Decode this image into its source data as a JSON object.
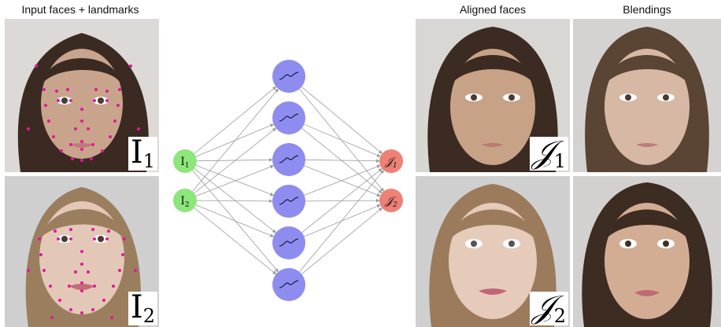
{
  "titles": {
    "input": "Input faces + landmarks",
    "aligned": "Aligned faces",
    "blend": "Blendings"
  },
  "labels": {
    "input_1": "I",
    "input_1_sub": "1",
    "input_2": "I",
    "input_2_sub": "2",
    "aligned_1": "𝒥",
    "aligned_1_sub": "1",
    "aligned_2": "𝒥",
    "aligned_2_sub": "2"
  },
  "network": {
    "inputs": [
      {
        "label": "I",
        "sub": "1"
      },
      {
        "label": "I",
        "sub": "2"
      }
    ],
    "hidden_count": 6,
    "outputs": [
      {
        "label": "𝒥",
        "sub": "1"
      },
      {
        "label": "𝒥",
        "sub": "2"
      }
    ],
    "colors": {
      "input": "#8de67b",
      "hidden": "#8f8cf0",
      "output": "#ee8176",
      "edge": "#9a9a9a"
    }
  }
}
